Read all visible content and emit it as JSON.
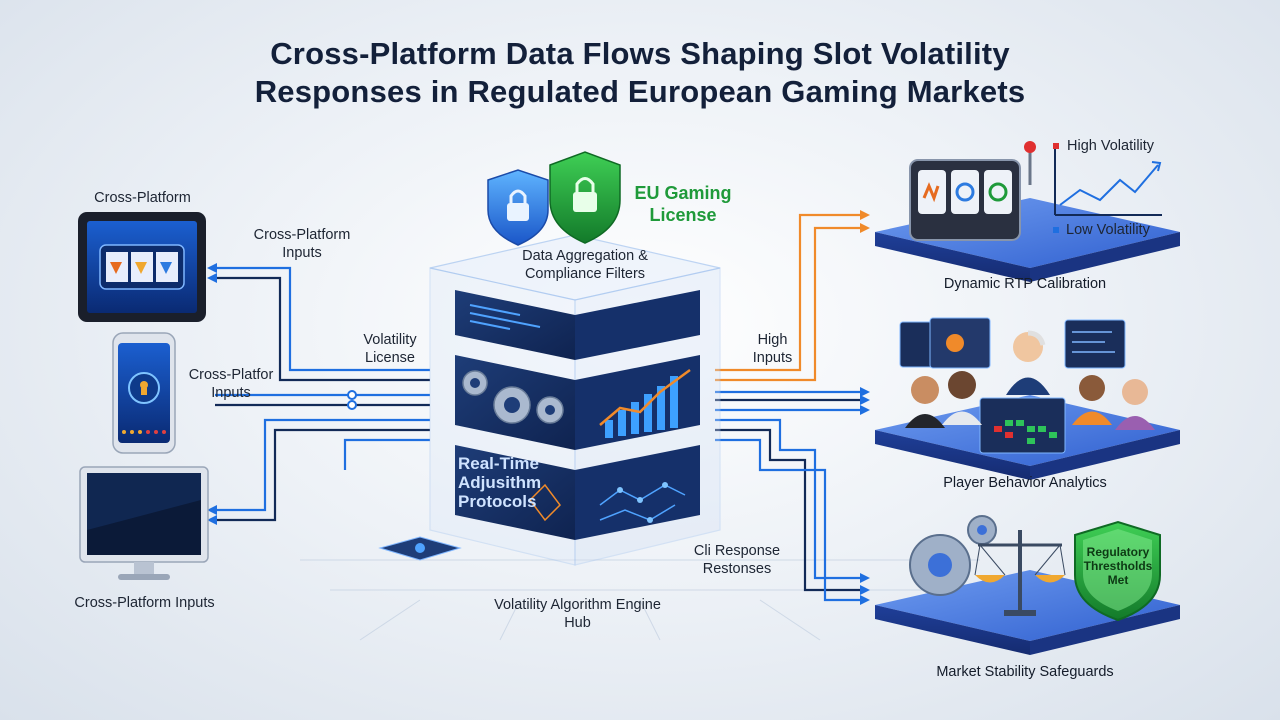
{
  "title": {
    "line1": "Cross-Platform Data Flows Shaping Slot Volatility",
    "line2": "Responses in Regulated European Gaming Markets"
  },
  "inputs": {
    "tablet_label": "Cross-Platform",
    "tablet_flow_label": "Cross-Platform Inputs",
    "phone_label": "Cross-Platfor Inputs",
    "monitor_label": "Cross-Platform Inputs",
    "volatility_license": "Volatility License"
  },
  "hub": {
    "eu_license": "EU Gaming License",
    "aggregation": "Data Aggregation & Compliance Filters",
    "protocols": "Real-Time Adjusithm Protocols",
    "engine": "Volatility Algorithm Engine Hub",
    "high_inputs": "High Inputs",
    "response": "Cli Response Restonses"
  },
  "outputs": {
    "rtp": {
      "title": "Dynamic RTP Calibration",
      "high": "High Volatility",
      "low": "Low Volatility"
    },
    "players": {
      "title": "Player Behavior Analytics"
    },
    "market": {
      "title": "Market Stability Safeguards",
      "badge": "Regulatory Threstholds Met"
    }
  },
  "colors": {
    "accent_blue": "#1f6fe0",
    "flow_orange": "#f08a2a",
    "navy": "#122a57",
    "license_green": "#1f9a3a"
  },
  "icons": [
    "tablet-icon",
    "phone-icon",
    "monitor-icon",
    "shield-lock-icon",
    "slot-machine-icon",
    "gear-icon",
    "scales-icon",
    "shield-badge-icon"
  ]
}
